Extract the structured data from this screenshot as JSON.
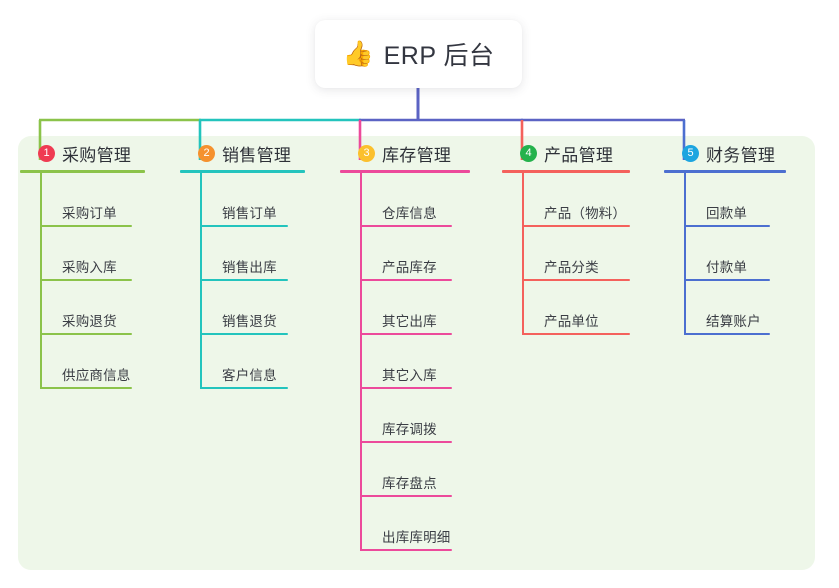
{
  "root": {
    "icon": "thumbs-up-icon",
    "emoji": "👍",
    "label": "ERP 后台"
  },
  "palette": {
    "panel_bg": "#eef7e9",
    "root_bg": "#ffffff",
    "text": "#2e3138",
    "bus_left": "#8bc34a",
    "bus_mid_left": "#26c0b8",
    "bus_center": "#5b63c4",
    "bus_right": "#5b63c4"
  },
  "branches": [
    {
      "index": "1",
      "title": "采购管理",
      "badge_color": "#ef3b52",
      "line_color": "#8bc34a",
      "leaves": [
        {
          "label": "采购订单"
        },
        {
          "label": "采购入库"
        },
        {
          "label": "采购退货"
        },
        {
          "label": "供应商信息"
        }
      ]
    },
    {
      "index": "2",
      "title": "销售管理",
      "badge_color": "#f5912e",
      "line_color": "#23c4bd",
      "leaves": [
        {
          "label": "销售订单"
        },
        {
          "label": "销售出库"
        },
        {
          "label": "销售退货"
        },
        {
          "label": "客户信息"
        }
      ]
    },
    {
      "index": "3",
      "title": "库存管理",
      "badge_color": "#fbc02d",
      "line_color": "#ec4a9b",
      "leaves": [
        {
          "label": "仓库信息"
        },
        {
          "label": "产品库存"
        },
        {
          "label": "其它出库"
        },
        {
          "label": "其它入库"
        },
        {
          "label": "库存调拨"
        },
        {
          "label": "库存盘点"
        },
        {
          "label": "出库库明细"
        }
      ]
    },
    {
      "index": "4",
      "title": "产品管理",
      "badge_color": "#24b24c",
      "line_color": "#f4615c",
      "leaves": [
        {
          "label": "产品（物料）"
        },
        {
          "label": "产品分类"
        },
        {
          "label": "产品单位"
        }
      ]
    },
    {
      "index": "5",
      "title": "财务管理",
      "badge_color": "#1ca5e0",
      "line_color": "#4c6fd0",
      "leaves": [
        {
          "label": "回款单"
        },
        {
          "label": "付款单"
        },
        {
          "label": "结算账户"
        }
      ]
    }
  ]
}
